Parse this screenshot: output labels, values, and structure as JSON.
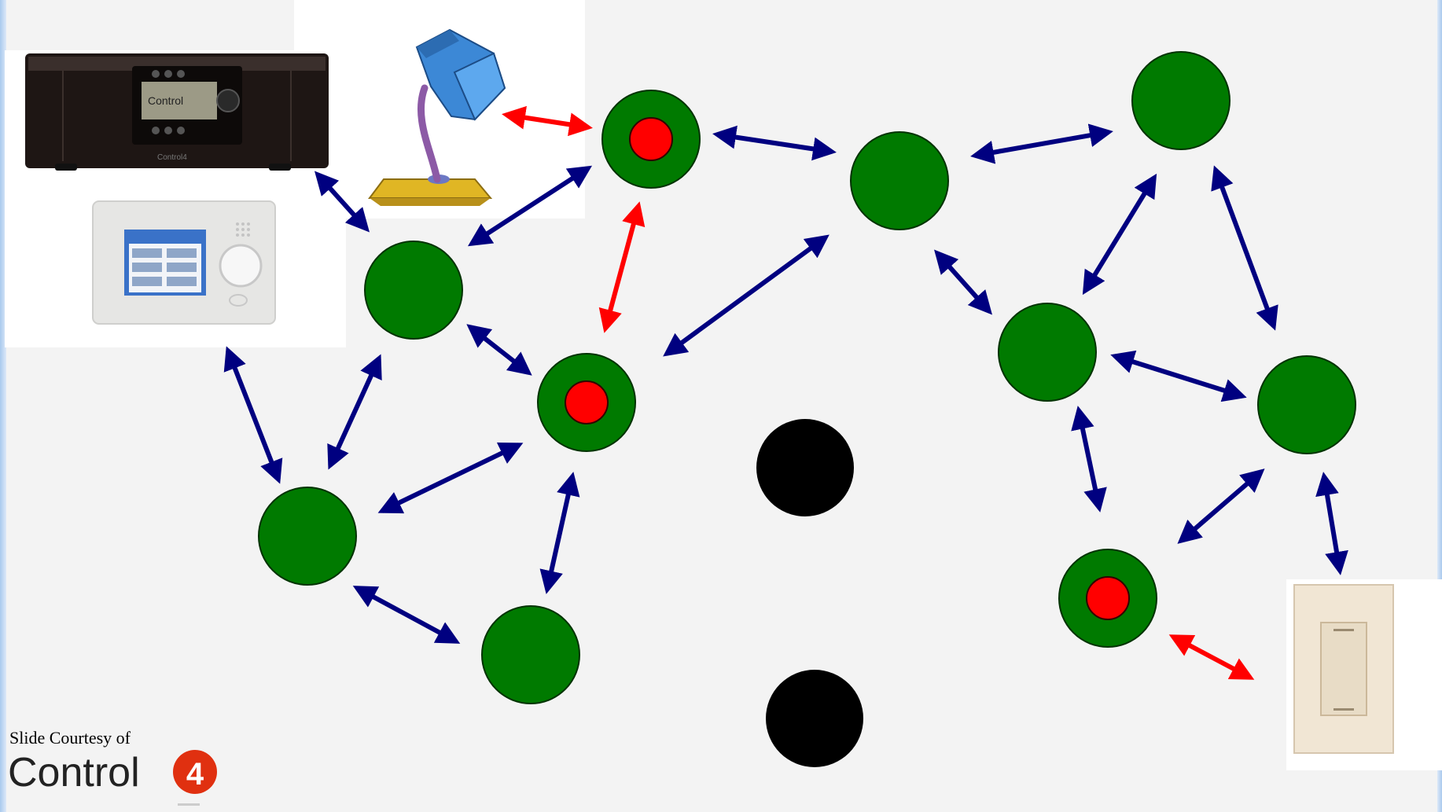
{
  "footer": {
    "credit": "Slide Courtesy of",
    "logo_text": "Control"
  },
  "devices": {
    "controller_screen_text": "Control",
    "controller_brand_text": "Control4"
  },
  "colors": {
    "node_green": "#007a00",
    "node_red": "#ff0000",
    "dead_node": "#000000",
    "link_blue": "#000080",
    "link_red": "#ff0000",
    "background": "#f3f3f3"
  },
  "icons": [
    "lamp-icon",
    "controller-icon",
    "touch-panel-icon",
    "light-switch-icon",
    "control4-logo-icon"
  ]
}
